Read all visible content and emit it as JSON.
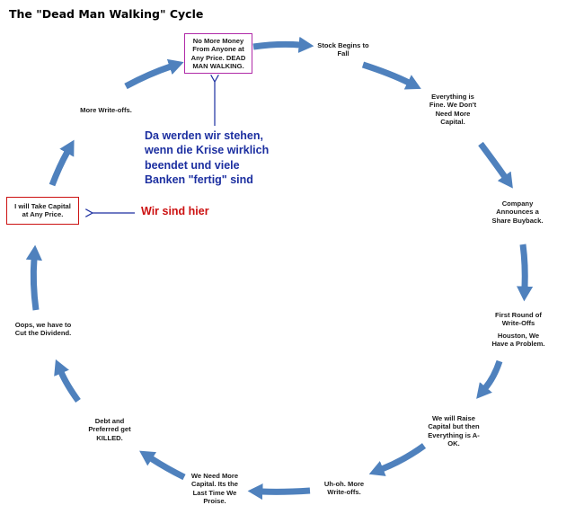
{
  "title": "The \"Dead Man Walking\" Cycle",
  "steps": {
    "no_more_money": "No More Money\nFrom Anyone at\nAny Price. DEAD\nMAN WALKING.",
    "stock_begins": "Stock Begins to\nFall",
    "everything_fine": "Everything is\nFine. We Don't\nNeed More\nCapital.",
    "buyback": "Company\nAnnounces a\nShare Buyback.",
    "first_round": "First Round of\nWrite-Offs",
    "houston": "Houston, We\nHave a Problem.",
    "raise_capital": "We will Raise\nCapital but then\nEverything is A-\nOK.",
    "uh_oh": "Uh-oh. More\nWrite-offs.",
    "need_more_capital": "We Need More\nCapital. Its the\nLast Time We\nProise.",
    "debt_killed": "Debt and\nPreferred get\nKILLED.",
    "cut_dividend": "Oops, we have to\nCut the Dividend.",
    "take_capital": "I will Take Capital\nat Any Price.",
    "more_writeoffs": "More Write-offs."
  },
  "annotations": {
    "blue_note": "Da werden wir stehen,\nwenn die Krise wirklich\nbeendet und viele\nBanken \"fertig\" sind",
    "red_note": "Wir sind hier"
  },
  "colors": {
    "cycle_arrow": "#4f81bd",
    "pointer_arrow": "#1c2fa0",
    "blue_note": "#1c2fa0",
    "red_note": "#cc1111",
    "purple_box": "#b02aa8",
    "red_box": "#cc1111"
  }
}
